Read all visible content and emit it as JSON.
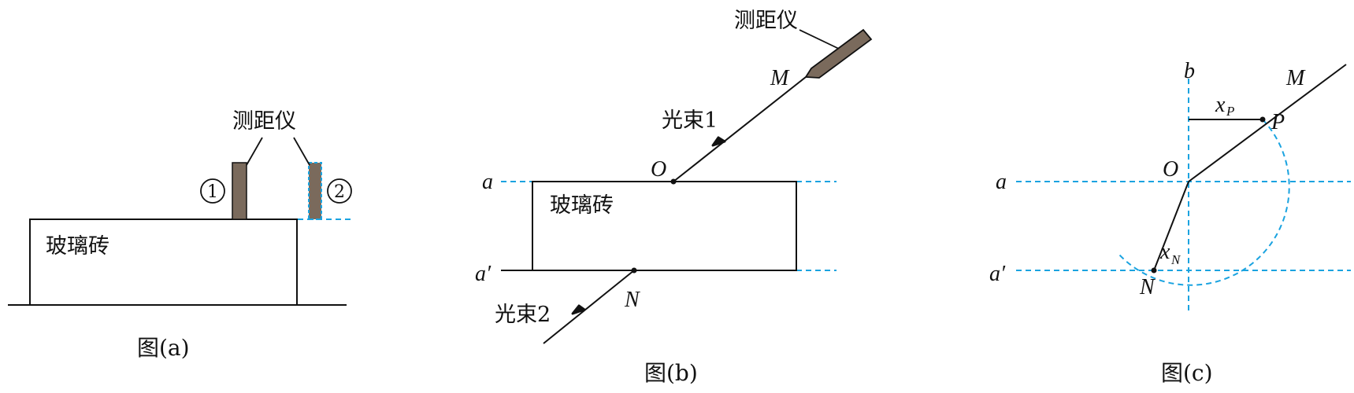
{
  "fig_a": {
    "caption": "图(a)",
    "glass_label": "玻璃砖",
    "rangefinder_label": "测距仪",
    "pos1_label": "1",
    "pos2_label": "2"
  },
  "fig_b": {
    "caption": "图(b)",
    "glass_label": "玻璃砖",
    "rangefinder_label": "测距仪",
    "beam1_label": "光束1",
    "beam2_label": "光束2",
    "point_M": "M",
    "point_O": "O",
    "point_N": "N",
    "line_a": "a",
    "line_a_prime": "a′"
  },
  "fig_c": {
    "caption": "图(c)",
    "line_b": "b",
    "line_a": "a",
    "line_a_prime": "a′",
    "point_M": "M",
    "point_P": "P",
    "point_O": "O",
    "point_N": "N",
    "xP_main": "x",
    "xP_sub": "P",
    "xN_main": "x",
    "xN_sub": "N"
  },
  "colors": {
    "ink": "#111111",
    "dashed": "#1aa3e0",
    "device": "#7a6a5c"
  }
}
